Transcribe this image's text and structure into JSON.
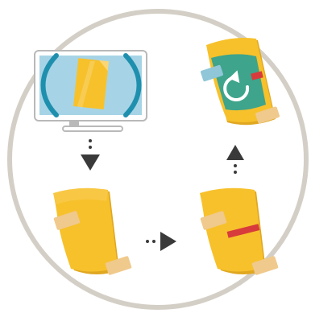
{
  "diagram": {
    "steps": [
      {
        "id": "scan",
        "icon": "monitor-scan-icon"
      },
      {
        "id": "print",
        "icon": "paper-sheet-icon"
      },
      {
        "id": "mark",
        "icon": "marked-sheet-icon"
      },
      {
        "id": "cycle",
        "icon": "refresh-overlay-icon"
      }
    ],
    "flow": [
      "scan",
      "print",
      "mark",
      "cycle"
    ]
  },
  "colors": {
    "ring": "#d4cfc6",
    "monitor_frame": "#b9b9b9",
    "monitor_screen": "#a6d4e6",
    "monitor_arc": "#1f8fae",
    "paper": "#f7c12c",
    "paper_shadow": "#e0a721",
    "tape": "#f0c98c",
    "red_band": "#d83b3b",
    "overlay": "#3ea48b",
    "arrow": "#3a3a3a"
  }
}
